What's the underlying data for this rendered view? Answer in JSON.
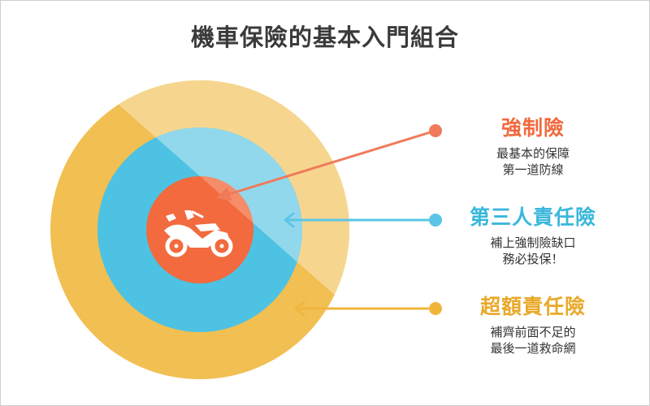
{
  "title": "機車保險的基本入門組合",
  "colors": {
    "outer_light": "#f6d68f",
    "outer_dark": "#f1bf52",
    "middle_light": "#92d8ec",
    "middle_dark": "#4dc2e3",
    "inner_light": "#f58d69",
    "inner_dark": "#f26a3d",
    "arrow_red": "#f07a5a",
    "arrow_blue": "#5cc5e6",
    "arrow_yellow": "#f0b63c",
    "label_red": "#f06a3f",
    "label_blue": "#3ab7dc",
    "label_yellow": "#e9a92a"
  },
  "icons": {
    "center": "motorcycle-icon"
  },
  "items": [
    {
      "title": "強制險",
      "desc_line1": "最基本的保障",
      "desc_line2": "第一道防線"
    },
    {
      "title": "第三人責任險",
      "desc_line1": "補上強制險缺口",
      "desc_line2": "務必投保！"
    },
    {
      "title": "超額責任險",
      "desc_line1": "補齊前面不足的",
      "desc_line2": "最後一道救命網"
    }
  ]
}
